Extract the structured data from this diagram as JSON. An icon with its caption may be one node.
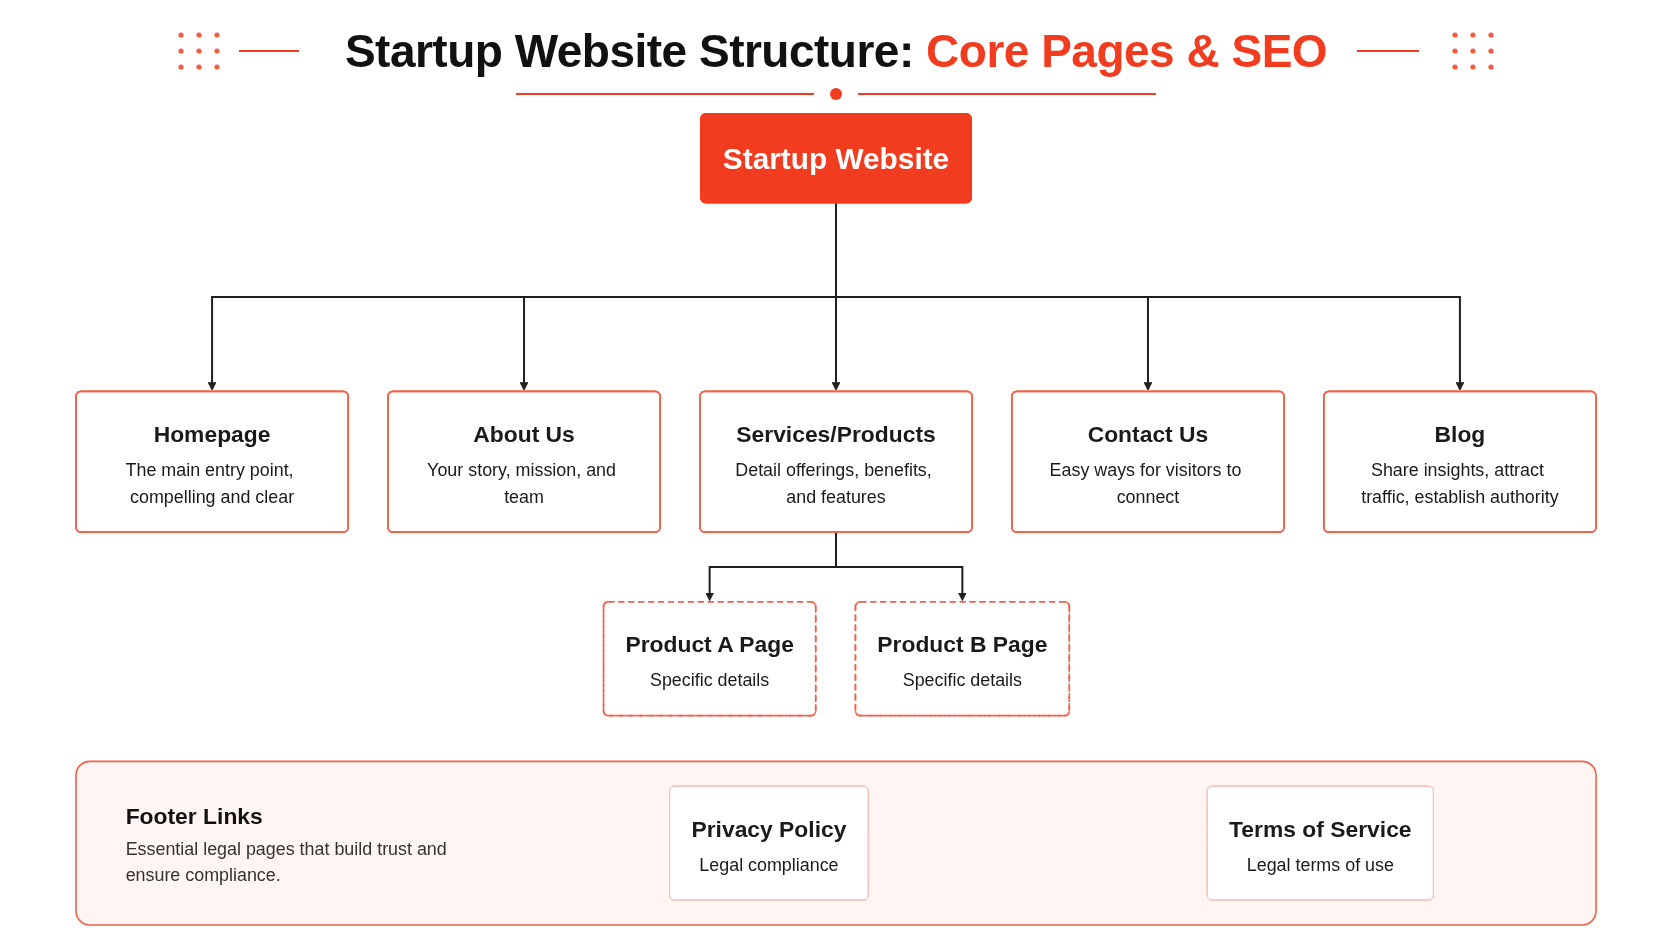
{
  "diagram": {
    "title": "Startup Website Structure: Core Pages & SEO",
    "nodes": [
      {
        "text": [
          "Startup Website"
        ]
      },
      {
        "text": [
          "Homepage",
          "The main entry point, compelling and clear"
        ]
      },
      {
        "text": [
          "About Us",
          "Your story, mission, and team"
        ]
      },
      {
        "text": [
          "Services/Products",
          "Detail offerings, benefits, and features"
        ]
      },
      {
        "text": [
          "Contact Us",
          "Easy ways for visitors to connect"
        ]
      },
      {
        "text": [
          "Blog",
          "Share insights, attract traffic, establish authority"
        ]
      },
      {
        "text": [
          "Product A Page",
          "Specific details"
        ]
      },
      {
        "text": [
          "Product B Page",
          "Specific details"
        ]
      },
      {
        "text": [
          "Footer Links",
          "Essential legal pages that build trust and ensure compliance."
        ]
      },
      {
        "text": [
          "Privacy Policy",
          "Legal compliance"
        ],
        "in": 8
      },
      {
        "text": [
          "Terms of Service",
          "Legal terms of use"
        ],
        "in": 8
      }
    ],
    "edges": [
      {
        "from": 0,
        "to": 1,
        "arrow": "to"
      },
      {
        "from": 0,
        "to": 2,
        "arrow": "to"
      },
      {
        "from": 0,
        "to": 3,
        "arrow": "to"
      },
      {
        "from": 0,
        "to": 4,
        "arrow": "to"
      },
      {
        "from": 0,
        "to": 5,
        "arrow": "to"
      },
      {
        "from": 3,
        "to": 6,
        "arrow": "to"
      },
      {
        "from": 3,
        "to": 7,
        "arrow": "to"
      }
    ]
  }
}
